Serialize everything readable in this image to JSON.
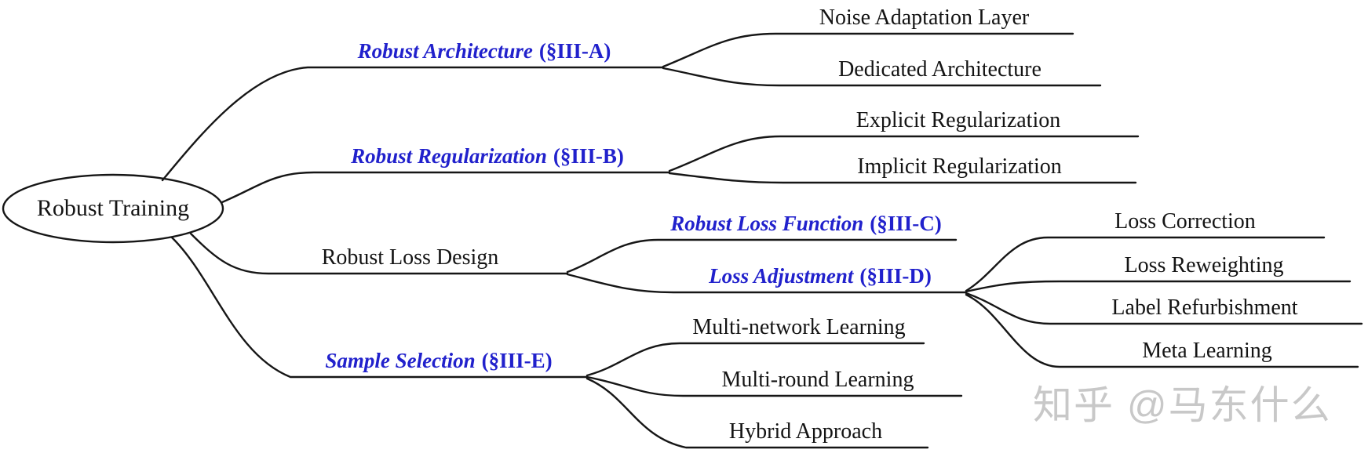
{
  "root": {
    "label": "Robust Training"
  },
  "branches": [
    {
      "title": "Robust Architecture",
      "section": "(§III-A)",
      "children": [
        {
          "label": "Noise Adaptation Layer"
        },
        {
          "label": "Dedicated Architecture"
        }
      ]
    },
    {
      "title": "Robust Regularization",
      "section": "(§III-B)",
      "children": [
        {
          "label": "Explicit Regularization"
        },
        {
          "label": "Implicit Regularization"
        }
      ]
    },
    {
      "label": "Robust Loss Design",
      "children": [
        {
          "title": "Robust Loss Function",
          "section": "(§III-C)",
          "children": []
        },
        {
          "title": "Loss Adjustment",
          "section": "(§III-D)",
          "children": [
            {
              "label": "Loss Correction"
            },
            {
              "label": "Loss Reweighting"
            },
            {
              "label": "Label Refurbishment"
            },
            {
              "label": "Meta Learning"
            }
          ]
        }
      ]
    },
    {
      "title": "Sample Selection",
      "section": "(§III-E)",
      "children": [
        {
          "label": "Multi-network Learning"
        },
        {
          "label": "Multi-round Learning"
        },
        {
          "label": "Hybrid Approach"
        }
      ]
    }
  ],
  "watermark": {
    "text": "知乎 @马东什么"
  },
  "colors": {
    "branch_label_blue": "#2121cc",
    "text_black": "#141414",
    "line": "#161616",
    "watermark_gray": "#c8c8c8",
    "background": "#ffffff"
  }
}
